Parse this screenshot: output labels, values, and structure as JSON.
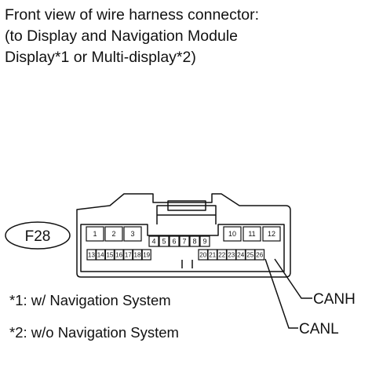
{
  "title": {
    "line1": "Front view of wire harness connector:",
    "line2": "(to Display and Navigation Module",
    "line3": "Display*1 or Multi-display*2)"
  },
  "connector": {
    "id": "F28",
    "pins_top": [
      "1",
      "2",
      "3",
      "10",
      "11",
      "12"
    ],
    "pins_mid": [
      "4",
      "5",
      "6",
      "7",
      "8",
      "9"
    ],
    "pins_bottom": [
      "13",
      "14",
      "15",
      "16",
      "17",
      "18",
      "19",
      "20",
      "21",
      "22",
      "23",
      "24",
      "25",
      "26"
    ]
  },
  "signals": {
    "canh": "CANH",
    "canl": "CANL"
  },
  "notes": {
    "note1": "*1: w/ Navigation System",
    "note2": "*2: w/o Navigation System"
  }
}
